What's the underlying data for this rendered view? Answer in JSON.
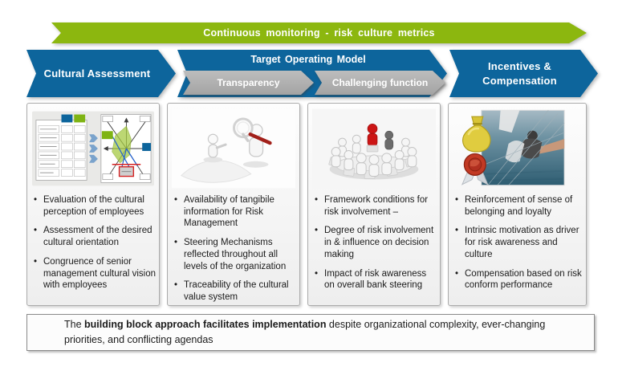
{
  "slide": {
    "banner": {
      "label": "Continuous monitoring  - risk culture metrics",
      "color": "#8cb70f"
    },
    "pillars": {
      "cultural_assessment": {
        "label": "Cultural Assessment"
      },
      "target_operating_model": {
        "label": "Target Operating Model",
        "sub_arrows": [
          {
            "label": "Transparency"
          },
          {
            "label": "Challenging function"
          }
        ]
      },
      "incentives_compensation": {
        "label": "Incentives & Compensation"
      }
    },
    "colors": {
      "arrow_blue": "#0d659c",
      "sub_arrow_gray": "#a9a9a9",
      "accent_green": "#8cb70f",
      "highlight_red": "#cc1515"
    },
    "columns": [
      {
        "id": "cultural-assessment",
        "image": "culture-survey-table-and-radar-chart",
        "bullets": [
          "Evaluation of the cultural perception of employees",
          "Assessment of the desired cultural orientation",
          "Congruence of senior management cultural vision with employees"
        ]
      },
      {
        "id": "transparency",
        "image": "figures-with-magnifying-glass",
        "bullets": [
          "Availability of tangibile information for Risk Management",
          "Steering Mechanisms reflected throughout all levels of the organization",
          "Traceability of the cultural value system"
        ]
      },
      {
        "id": "challenging-function",
        "image": "crowd-circle-with-red-leader-figure",
        "bullets": [
          "Framework conditions for risk involvement –",
          "Degree of  risk involvement in & influence on decision making",
          "Impact of risk awareness on overall bank steering"
        ]
      },
      {
        "id": "incentives-compensation",
        "image": "money-bag-award-seal-and-sailing-photo",
        "bullets": [
          "Reinforcement of sense of belonging and loyalty",
          "Intrinsic motivation as driver for risk awareness and culture",
          "Compensation based on risk conform performance"
        ]
      }
    ],
    "footer": {
      "prefix": "The ",
      "bold": "building block approach facilitates implementation",
      "suffix": " despite organizational complexity, ever-changing priorities, and conflicting agendas"
    }
  }
}
